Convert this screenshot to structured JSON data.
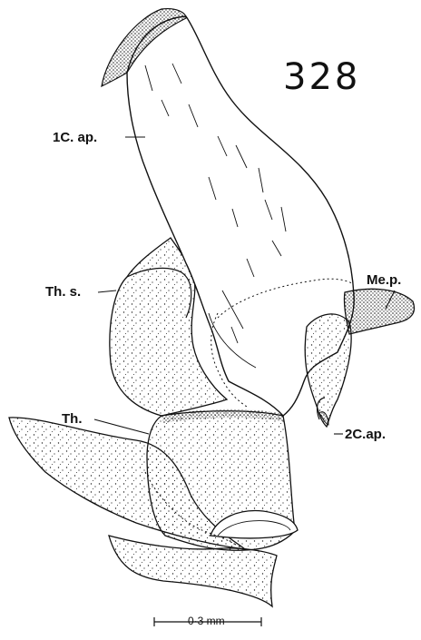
{
  "figure": {
    "number": "328",
    "labels": {
      "c1_ap": "1C. ap.",
      "th_s": "Th. s.",
      "th": "Th.",
      "me_p": "Me.p.",
      "c2_ap": "2C.ap."
    },
    "scale": "0·3 mm"
  },
  "colors": {
    "ink": "#111111",
    "stipple": "#2a2a2a",
    "paper": "#ffffff"
  }
}
